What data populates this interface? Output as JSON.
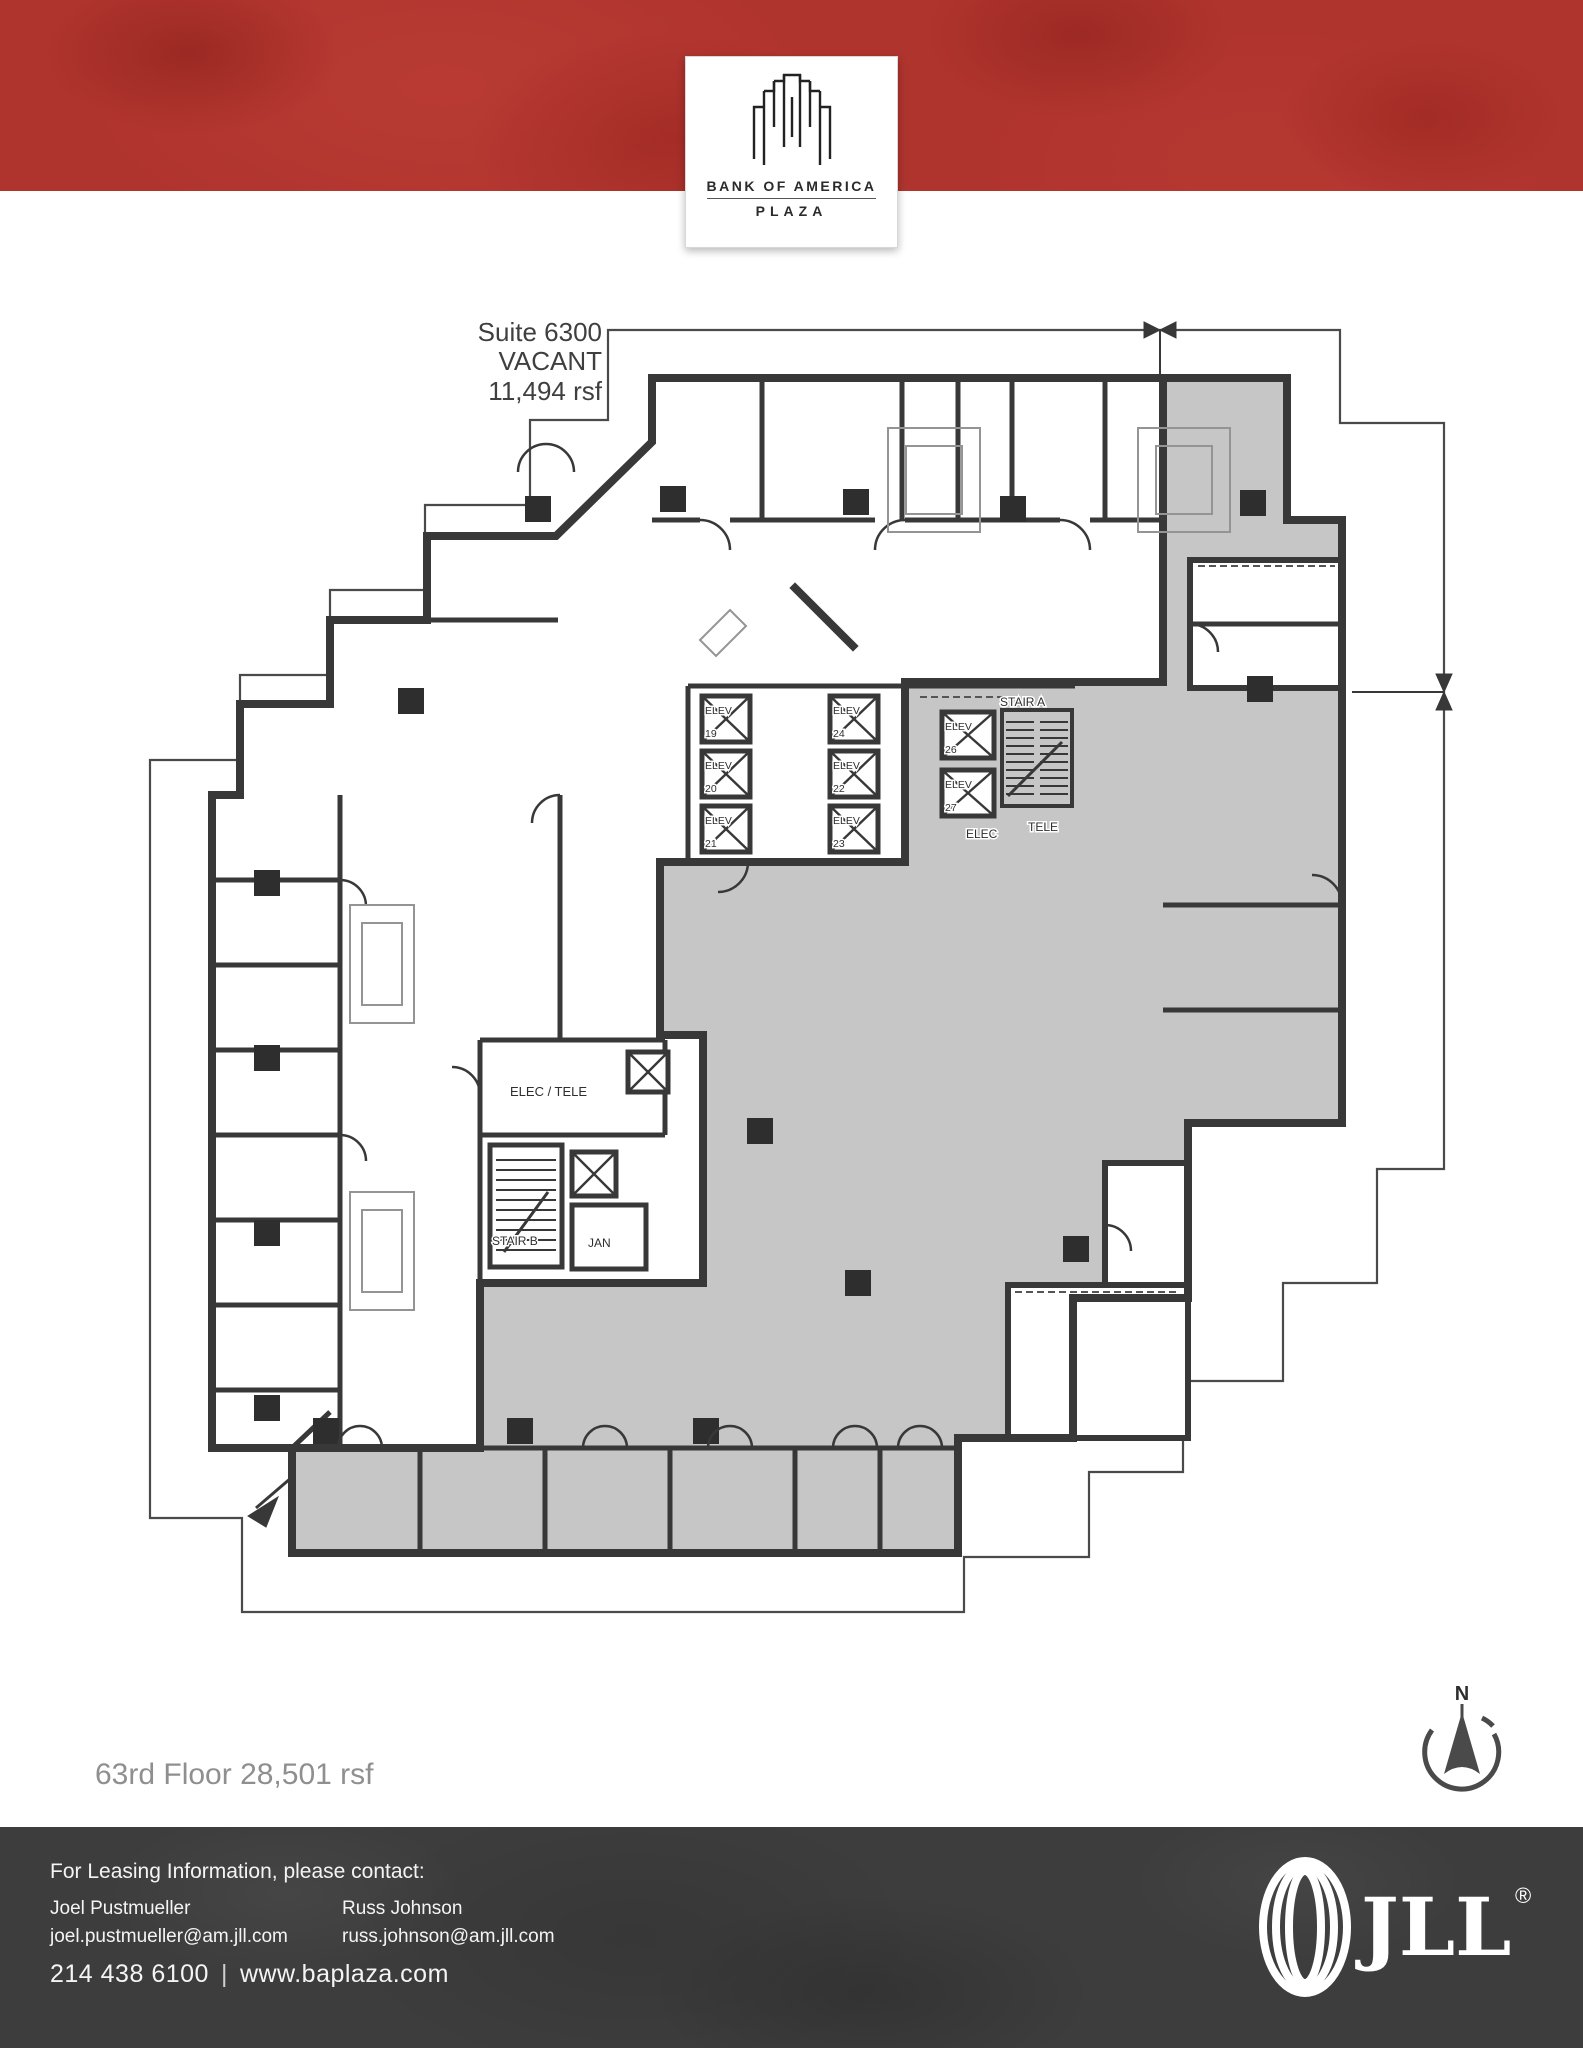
{
  "brand": {
    "building_name": "BANK OF AMERICA",
    "building_sub": "PLAZA"
  },
  "suite_callout": {
    "suite": "Suite 6300",
    "status": "VACANT",
    "area": "11,494 rsf"
  },
  "floor_label": "63rd Floor 28,501 rsf",
  "plan": {
    "elev_word": "ELEV",
    "elevator_numbers": [
      "19",
      "20",
      "21",
      "24",
      "22",
      "23",
      "26",
      "27"
    ],
    "stair_a": "STAIR A",
    "stair_b": "STAIR B",
    "elec": "ELEC",
    "tele": "TELE",
    "elec_tele": "ELEC / TELE",
    "jan": "JAN",
    "compass_north": "N"
  },
  "footer": {
    "heading": "For Leasing Information, please contact:",
    "contacts": [
      {
        "name": "Joel Pustmueller",
        "email": "joel.pustmueller@am.jll.com"
      },
      {
        "name": "Russ Johnson",
        "email": "russ.johnson@am.jll.com"
      }
    ],
    "phone": "214 438 6100",
    "divider": "|",
    "website": "www.baplaza.com",
    "logo_text": "JLL",
    "logo_reg": "®"
  },
  "colors": {
    "banner_red": "#b0342e",
    "wall": "#383838",
    "vacant_gray": "#c6c6c6",
    "footer_bg": "#3d3d3d"
  }
}
